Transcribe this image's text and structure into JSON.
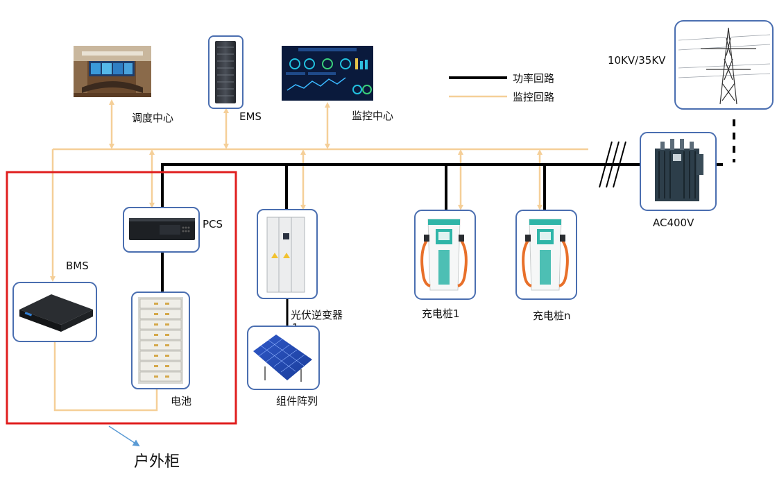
{
  "legend": {
    "power_loop": "功率回路",
    "monitor_loop": "监控回路"
  },
  "colors": {
    "power": "#000000",
    "monitor": "#f5cf98",
    "cabinet": "#e01e1e",
    "node_border": "#4a6eb0",
    "pointer": "#5b9bd5"
  },
  "nodes": {
    "dispatch_center": "调度中心",
    "ems": "EMS",
    "monitor_center": "监控中心",
    "grid_voltage": "10KV/35KV",
    "transformer": "AC400V",
    "pcs": "PCS",
    "bms": "BMS",
    "battery": "电池",
    "pv_inverter": "光伏逆变器",
    "pv_inverter_index": "1",
    "pv_array": "组件阵列",
    "charger_1": "充电桩1",
    "charger_n": "充电桩n"
  },
  "cabinet_label": "户外柜"
}
